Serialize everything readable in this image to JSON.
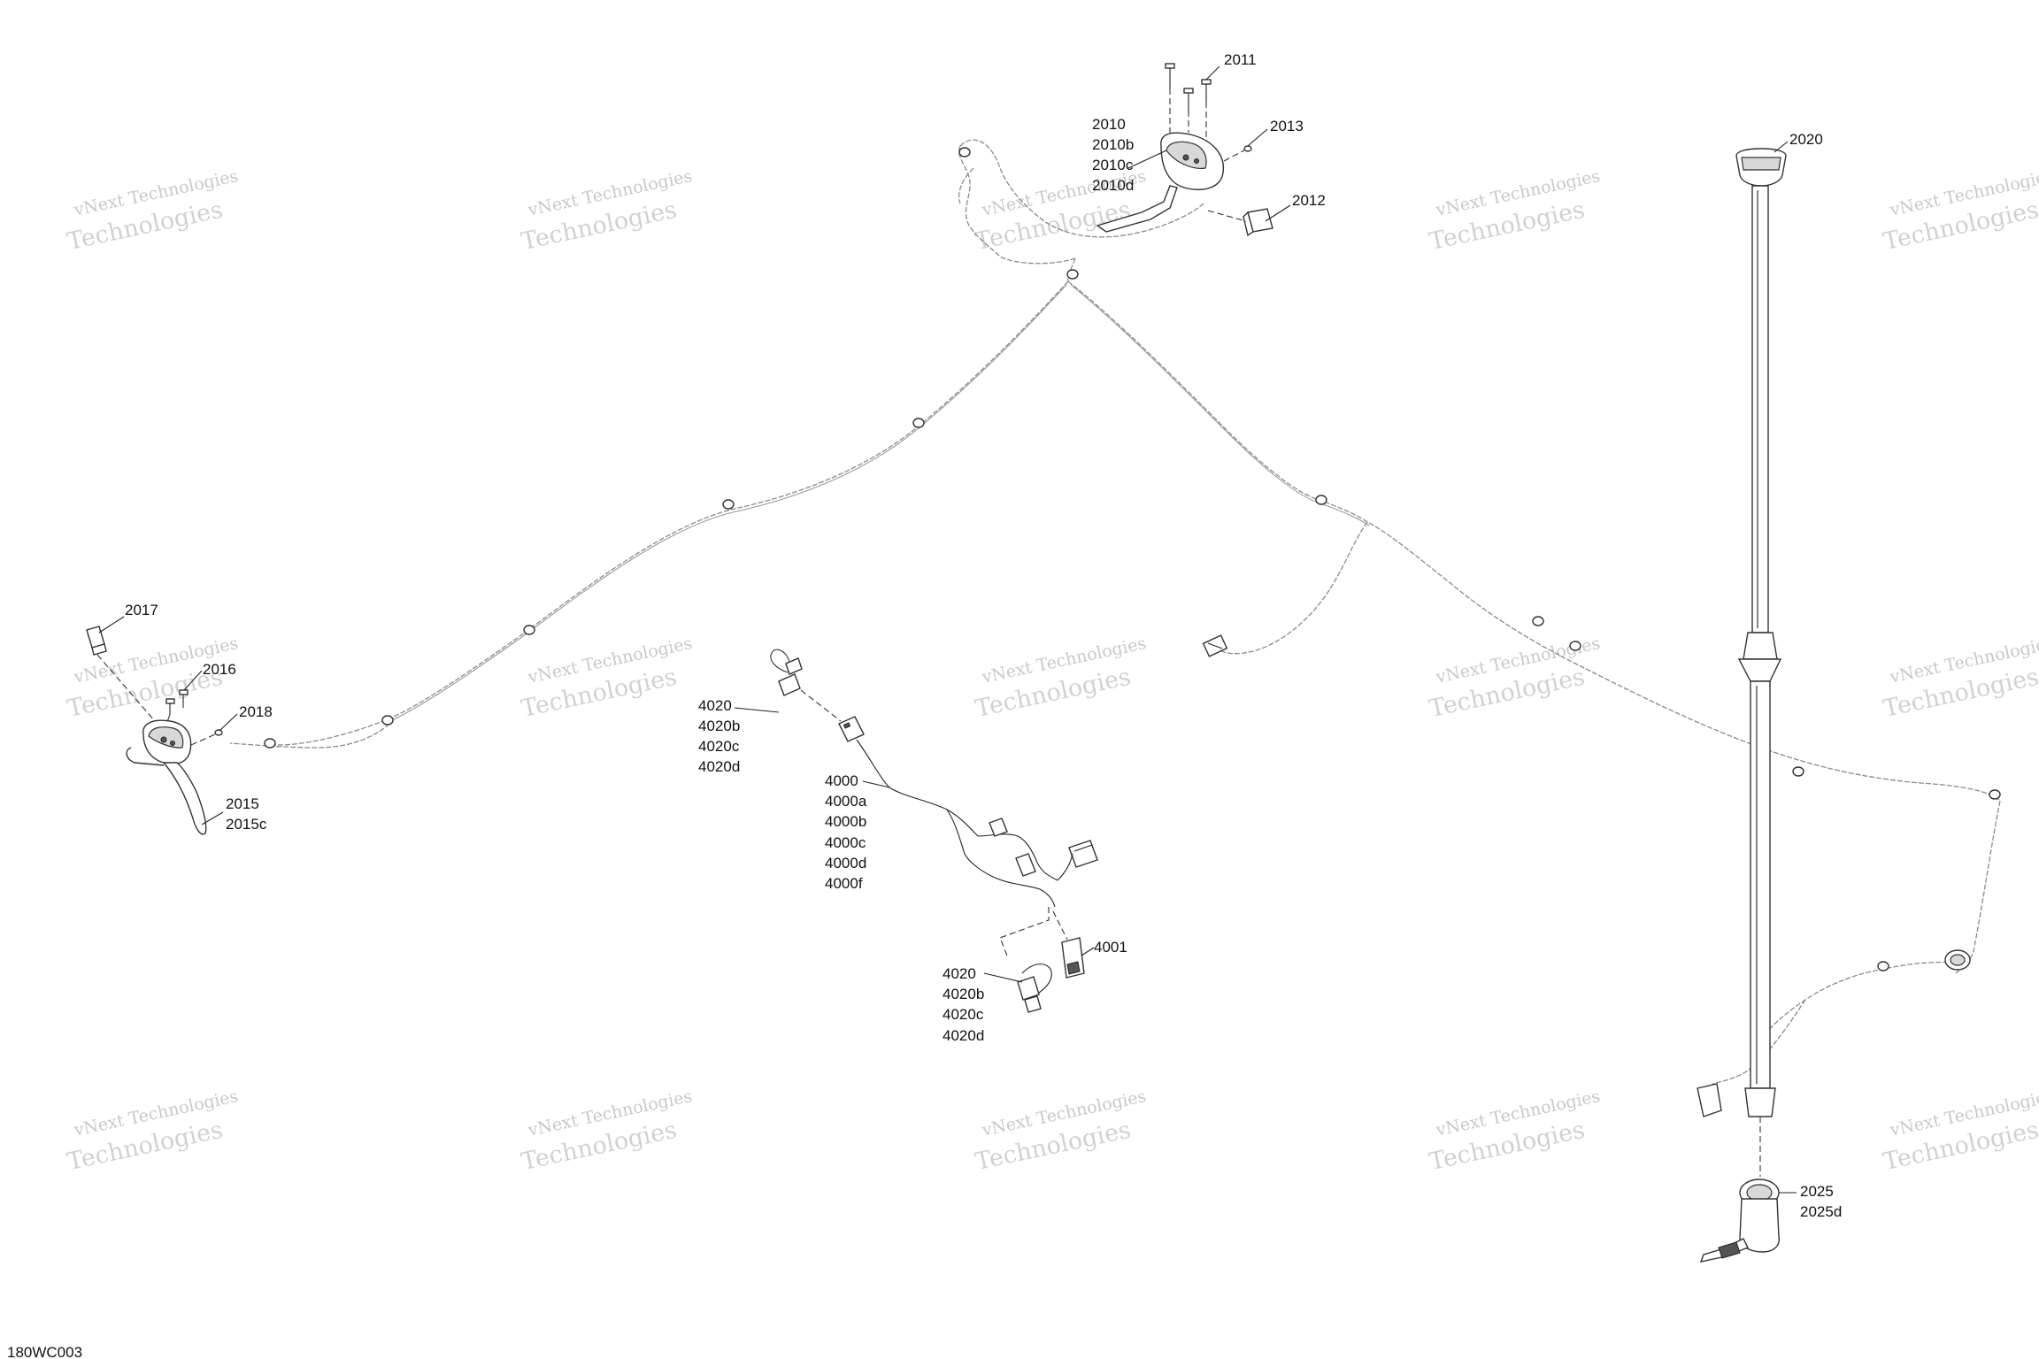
{
  "watermark": {
    "line1": "vNext Technologies",
    "line2": "Technologies"
  },
  "drawing_code": "180WC003",
  "callouts": {
    "c2011": "2011",
    "c2010": [
      "2010",
      "2010b",
      "2010c",
      "2010d"
    ],
    "c2013": "2013",
    "c2012": "2012",
    "c2020": "2020",
    "c2017": "2017",
    "c2016": "2016",
    "c2018": "2018",
    "c2015": [
      "2015",
      "2015c"
    ],
    "c4020a": [
      "4020",
      "4020b",
      "4020c",
      "4020d"
    ],
    "c4000": [
      "4000",
      "4000a",
      "4000b",
      "4000c",
      "4000d",
      "4000f"
    ],
    "c4001": "4001",
    "c4020b": [
      "4020",
      "4020b",
      "4020c",
      "4020d"
    ],
    "c2025": [
      "2025",
      "2025d"
    ]
  },
  "colors": {
    "line": "#333333",
    "wire": "#8a8a8a",
    "watermark": "#9a9a9a"
  }
}
